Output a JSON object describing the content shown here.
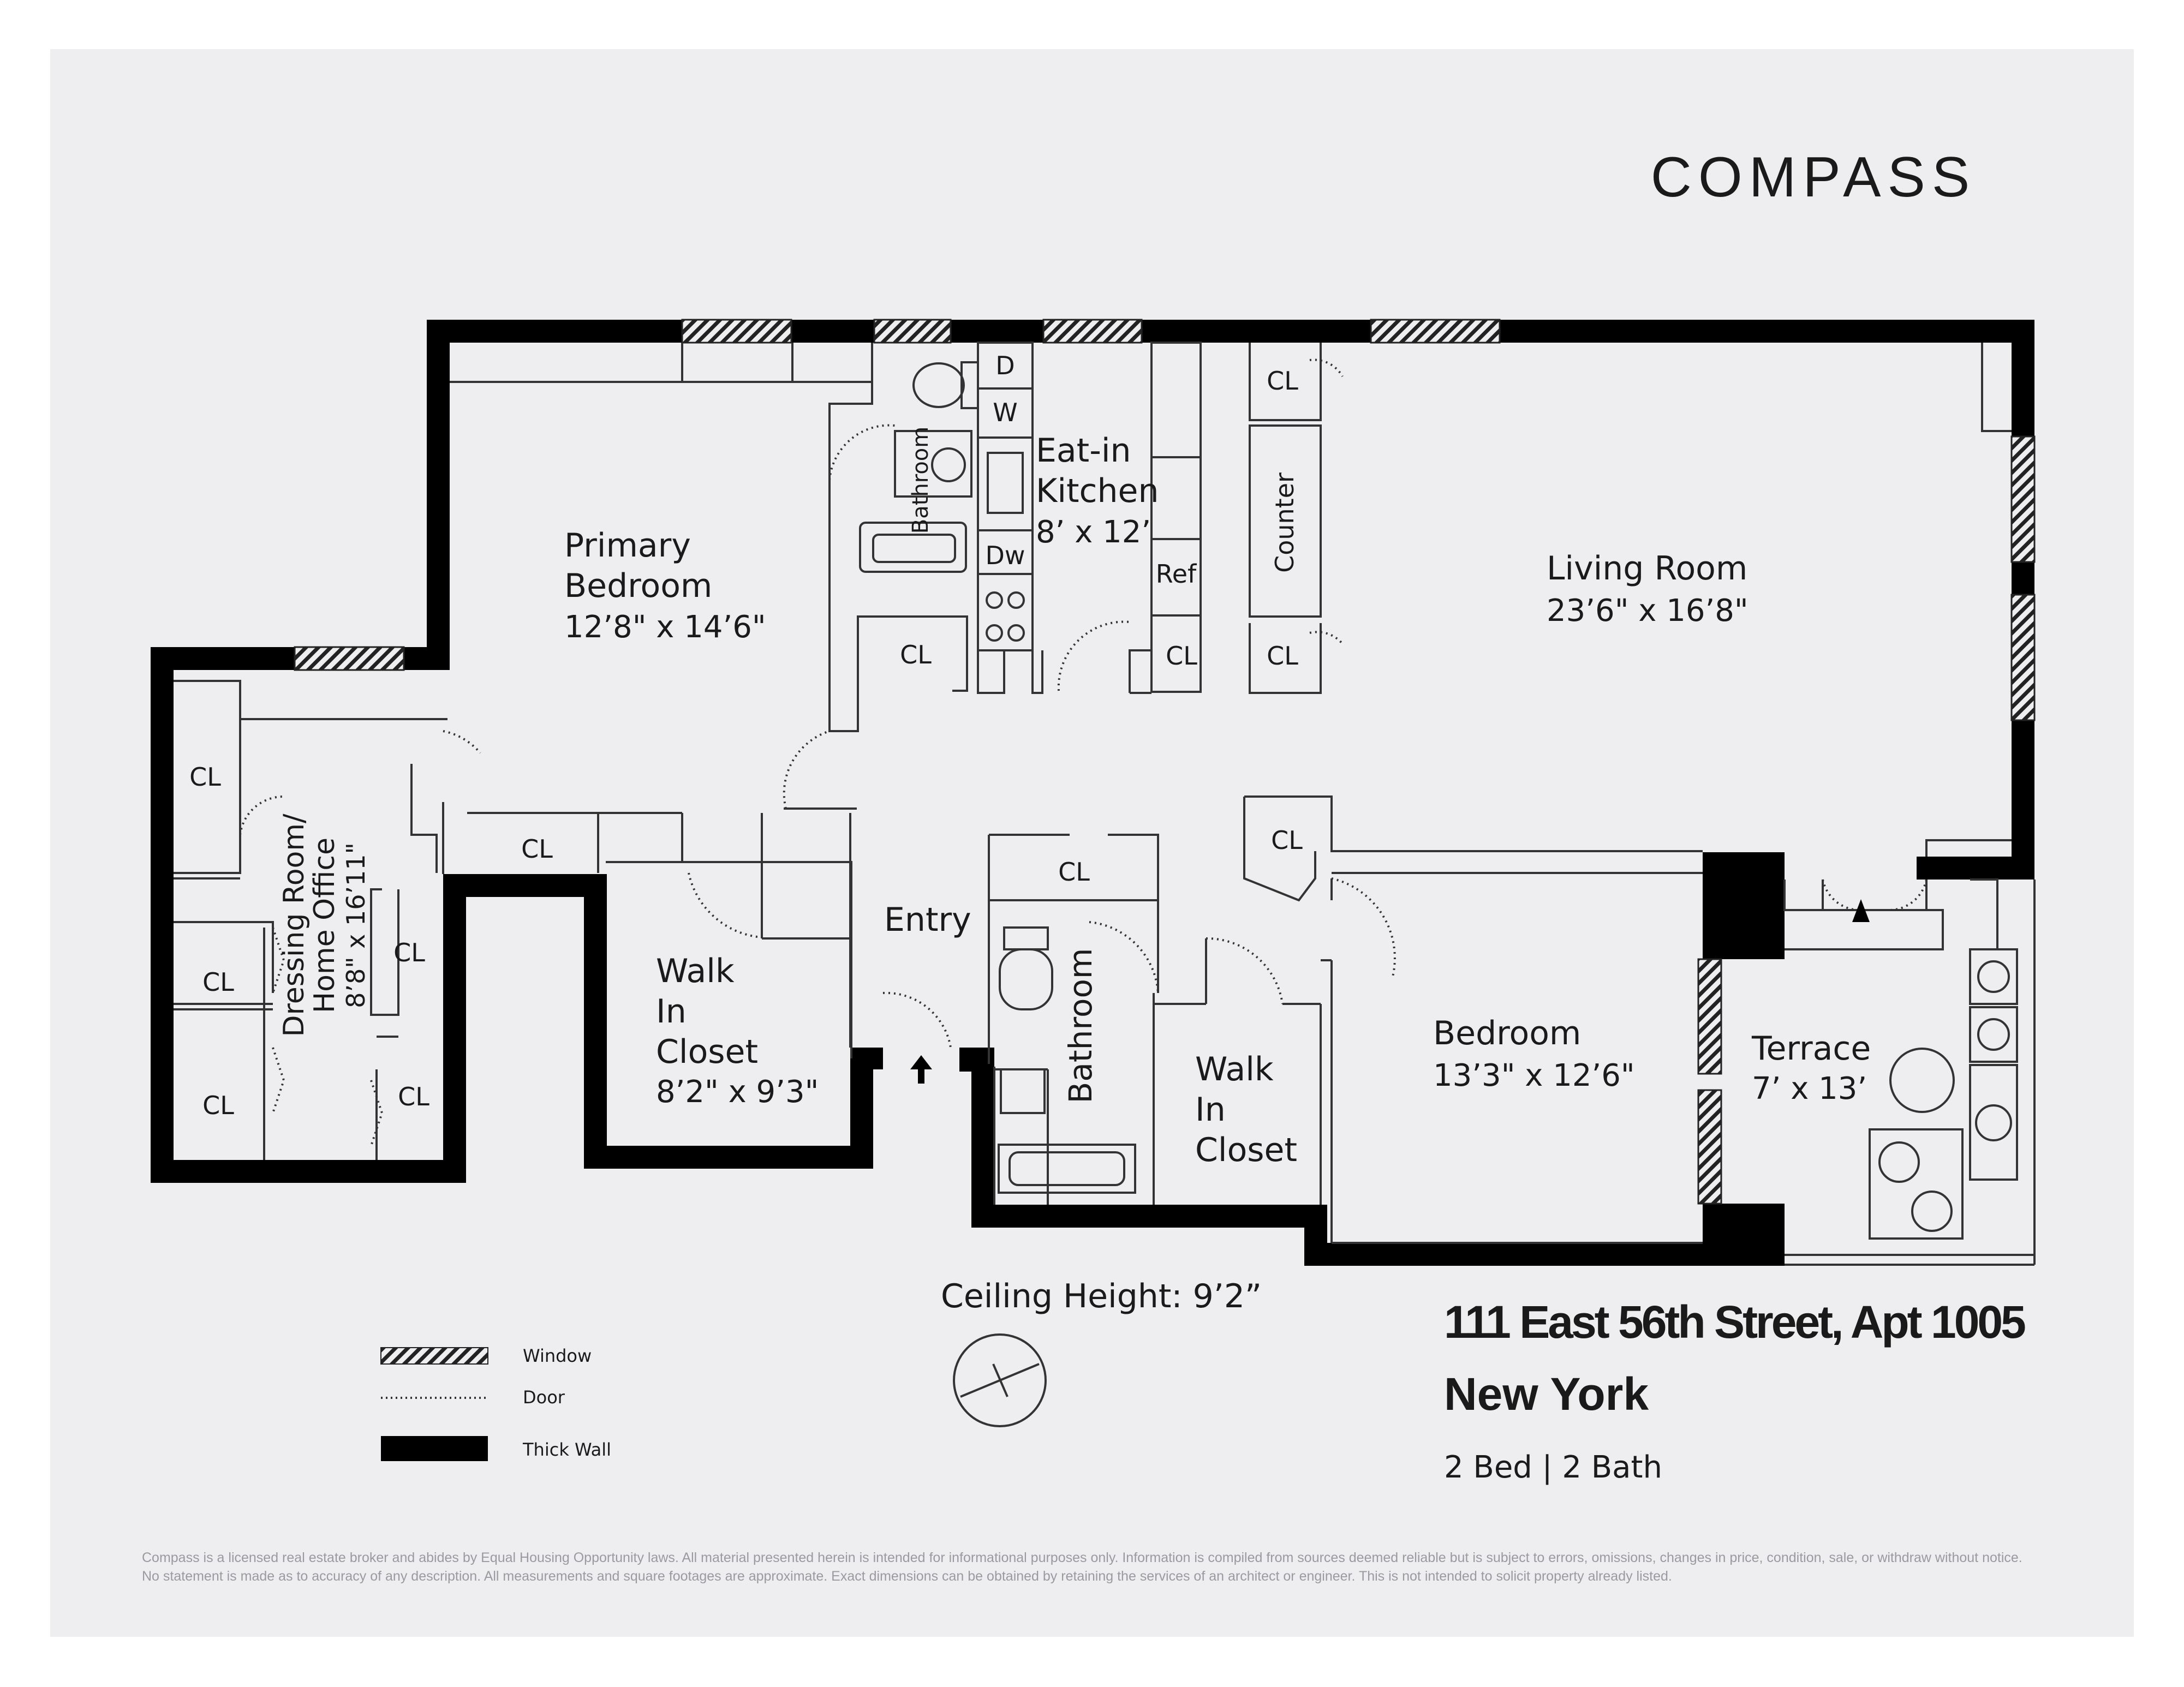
{
  "brand": "COMPASS",
  "rooms": {
    "primary_bedroom": {
      "name_line1": "Primary",
      "name_line2": "Bedroom",
      "dims": "12’8\" x 14’6\""
    },
    "dressing_room": {
      "name_line1": "Dressing Room/",
      "name_line2": "Home Office",
      "dims": "8’8\" x 16’11\""
    },
    "kitchen": {
      "name_line1": "Eat-in",
      "name_line2": "Kitchen",
      "dims": "8’ x 12’"
    },
    "living_room": {
      "name": "Living Room",
      "dims": "23’6\" x 16’8\""
    },
    "walk_in_closet_1": {
      "line1": "Walk",
      "line2": "In",
      "line3": "Closet",
      "dims": "8’2\" x 9’3\""
    },
    "entry": {
      "name": "Entry"
    },
    "bathroom_1": {
      "name": "Bathroom"
    },
    "bathroom_2": {
      "name": "Bathroom"
    },
    "walk_in_closet_2": {
      "line1": "Walk",
      "line2": "In",
      "line3": "Closet"
    },
    "bedroom": {
      "name": "Bedroom",
      "dims": "13’3\" x 12’6\""
    },
    "terrace": {
      "name": "Terrace",
      "dims": "7’ x 13’"
    }
  },
  "fixtures": {
    "closet": "CL",
    "dryer": "D",
    "washer": "W",
    "dishwasher": "Dw",
    "refrigerator": "Ref",
    "counter": "Counter"
  },
  "ceiling_height": "Ceiling Height: 9’2”",
  "legend": {
    "window": "Window",
    "door": "Door",
    "thick_wall": "Thick Wall"
  },
  "listing": {
    "address": "111 East 56th Street, Apt 1005",
    "city": "New York",
    "beds_baths": "2 Bed | 2 Bath"
  },
  "disclaimer": "Compass is a licensed real estate broker and abides by Equal Housing Opportunity laws. All material presented herein is intended for informational purposes only. Information is compiled from sources deemed reliable but is subject to errors, omissions, changes in price, condition, sale, or withdraw without notice. No statement is made as to accuracy of any description. All measurements and square footages are approximate. Exact dimensions can be obtained by retaining the services of an architect or engineer. This is not intended to solicit property already listed.",
  "colors": {
    "wall": "#000000",
    "background": "#eeeef0",
    "line": "#333333"
  }
}
